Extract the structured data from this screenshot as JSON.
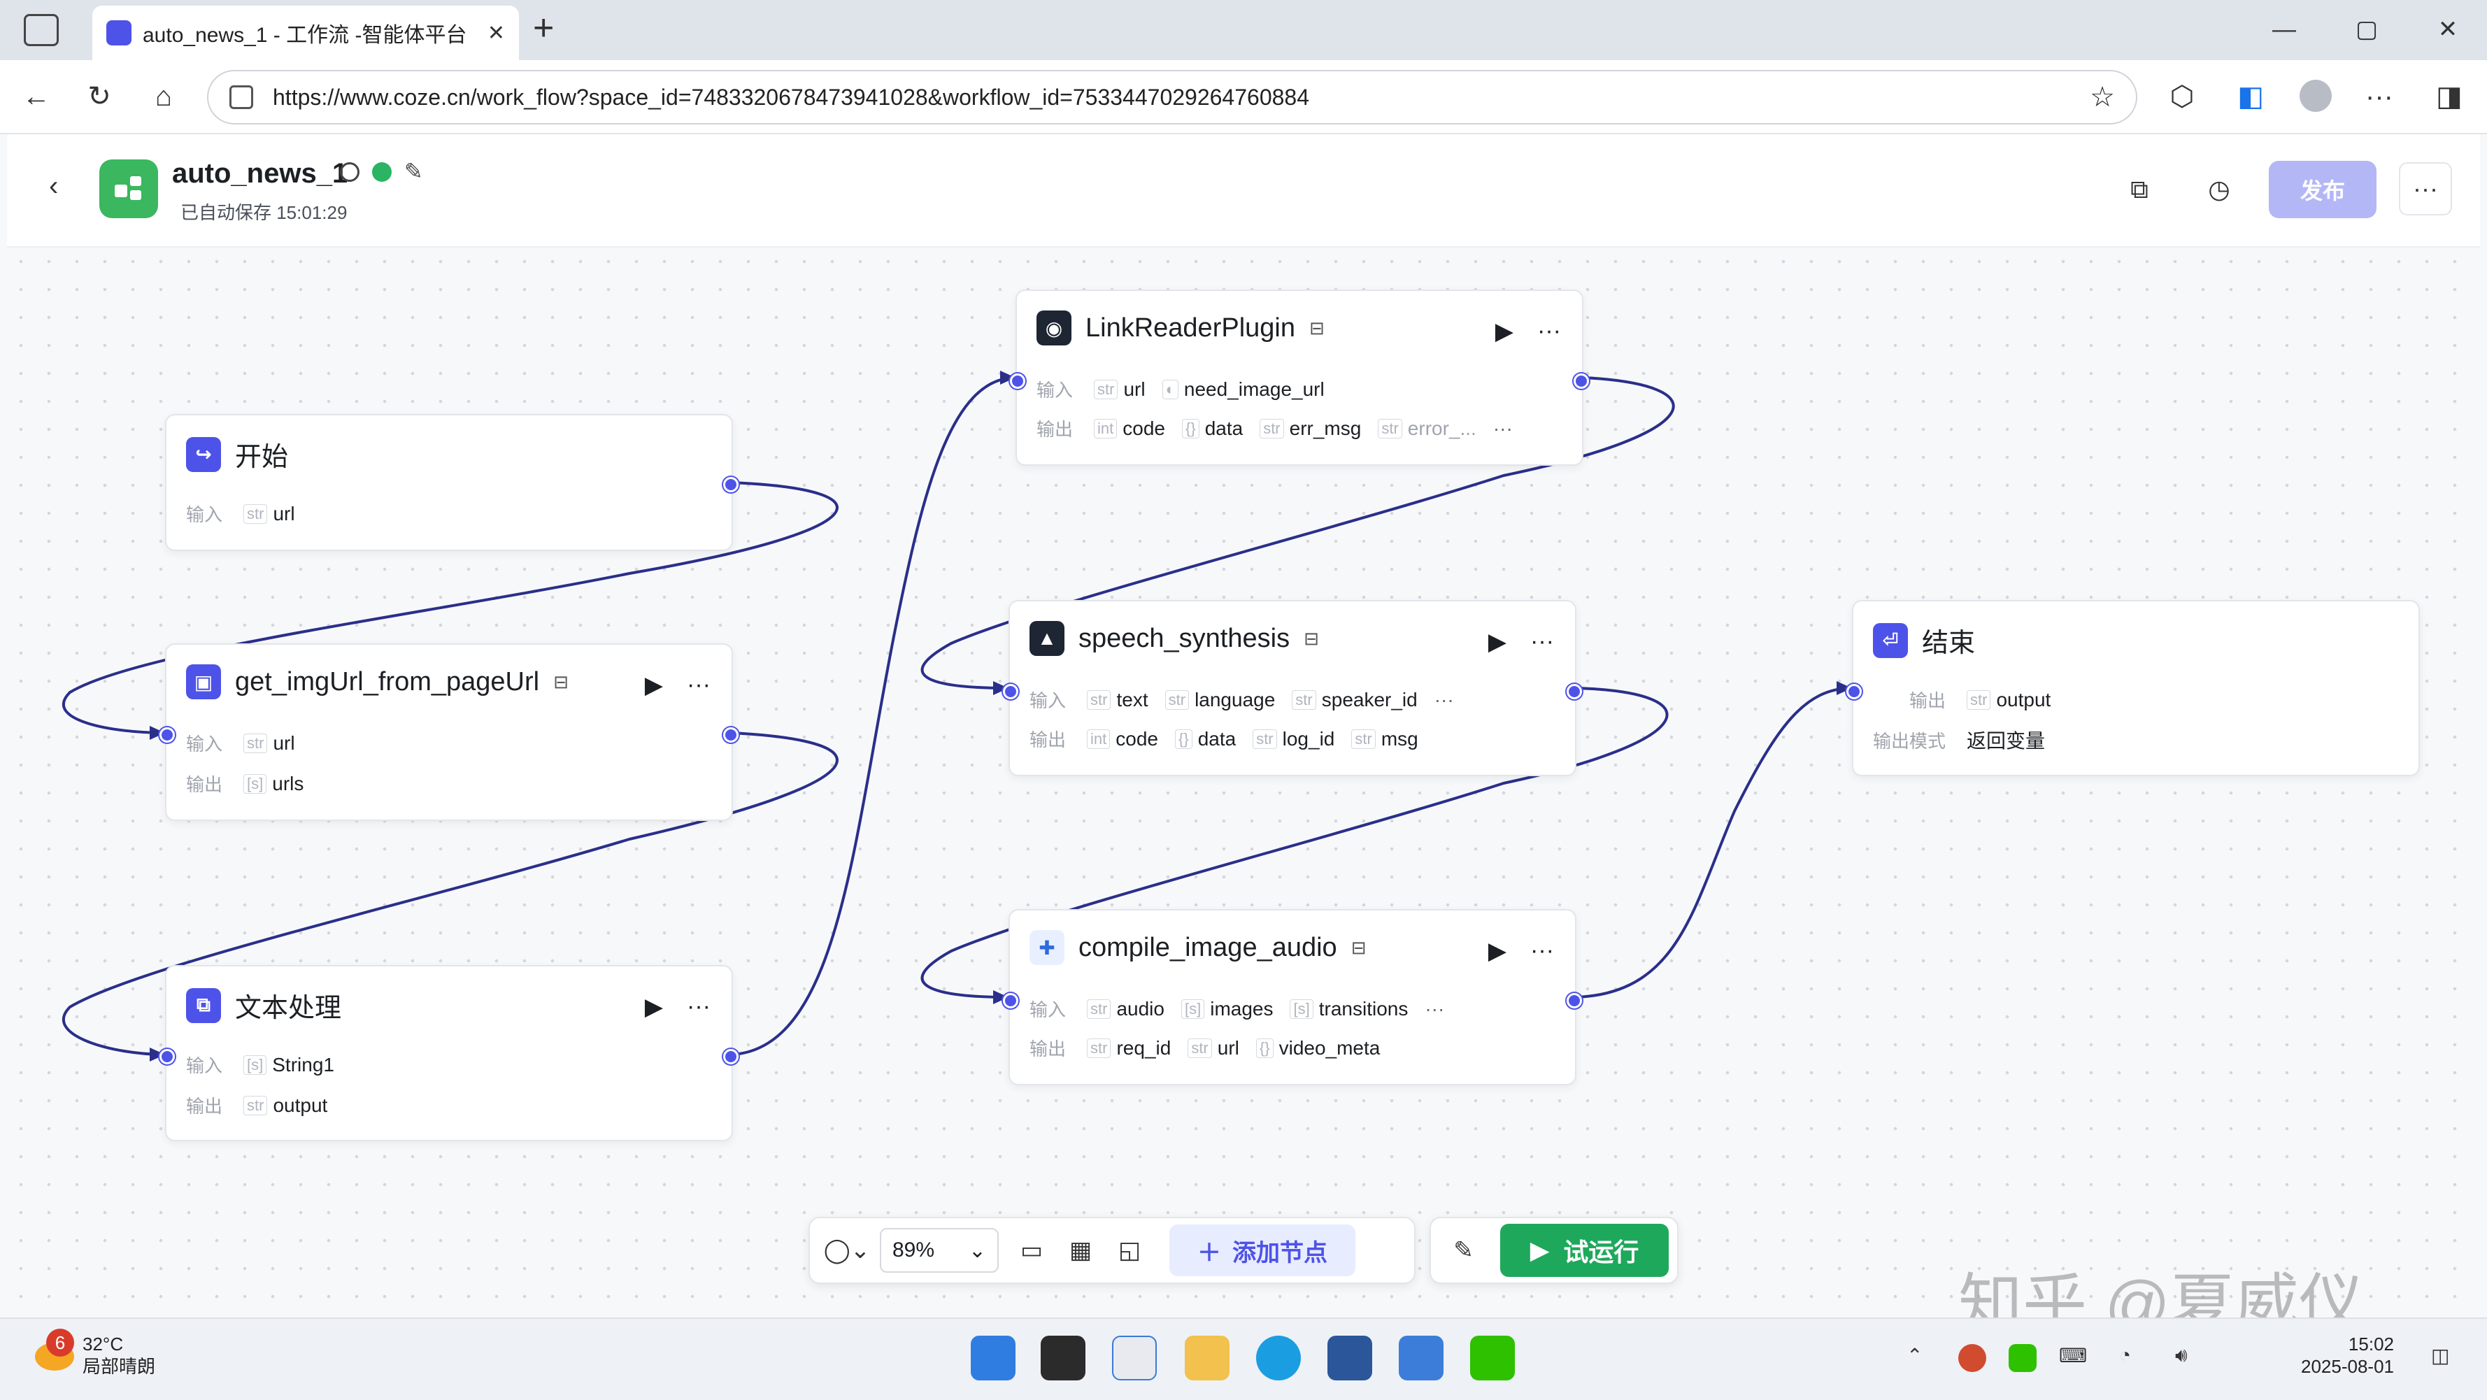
{
  "browser": {
    "tab_title": "auto_news_1 - 工作流 -智能体平台",
    "tab_close": "✕",
    "new_tab": "+",
    "url": "https://www.coze.cn/work_flow?space_id=7483320678473941028&workflow_id=7533447029264760884"
  },
  "app": {
    "title": "auto_news_1",
    "saved": "已自动保存 15:01:29",
    "publish": "发布",
    "more": "···"
  },
  "nodes": {
    "start": {
      "title": "开始",
      "in_label": "输入",
      "in_params": [
        "url"
      ]
    },
    "getimg": {
      "title": "get_imgUrl_from_pageUrl",
      "in_label": "输入",
      "in_params": [
        "url"
      ],
      "out_label": "输出",
      "out_params": [
        "urls"
      ]
    },
    "text": {
      "title": "文本处理",
      "in_label": "输入",
      "in_params": [
        "String1"
      ],
      "out_label": "输出",
      "out_params": [
        "output"
      ]
    },
    "link": {
      "title": "LinkReaderPlugin",
      "in_label": "输入",
      "in_params": [
        "url",
        "need_image_url"
      ],
      "out_label": "输出",
      "out_params": [
        "code",
        "data",
        "err_msg",
        "error_..."
      ]
    },
    "speech": {
      "title": "speech_synthesis",
      "in_label": "输入",
      "in_params": [
        "text",
        "language",
        "speaker_id"
      ],
      "out_label": "输出",
      "out_params": [
        "code",
        "data",
        "log_id",
        "msg"
      ]
    },
    "compile": {
      "title": "compile_image_audio",
      "in_label": "输入",
      "in_params": [
        "audio",
        "images",
        "transitions"
      ],
      "out_label": "输出",
      "out_params": [
        "req_id",
        "url",
        "video_meta"
      ]
    },
    "end": {
      "title": "结束",
      "out_label": "输出",
      "out_params": [
        "output"
      ],
      "mode_label": "输出模式",
      "mode_value": "返回变量"
    }
  },
  "toolbar": {
    "zoom": "89%",
    "add_node": "添加节点",
    "run": "试运行"
  },
  "taskbar": {
    "temp": "32°C",
    "weather": "局部晴朗",
    "alert_count": "6",
    "time": "15:02",
    "date": "2025-08-01"
  },
  "watermark": "知乎 @夏威仪"
}
